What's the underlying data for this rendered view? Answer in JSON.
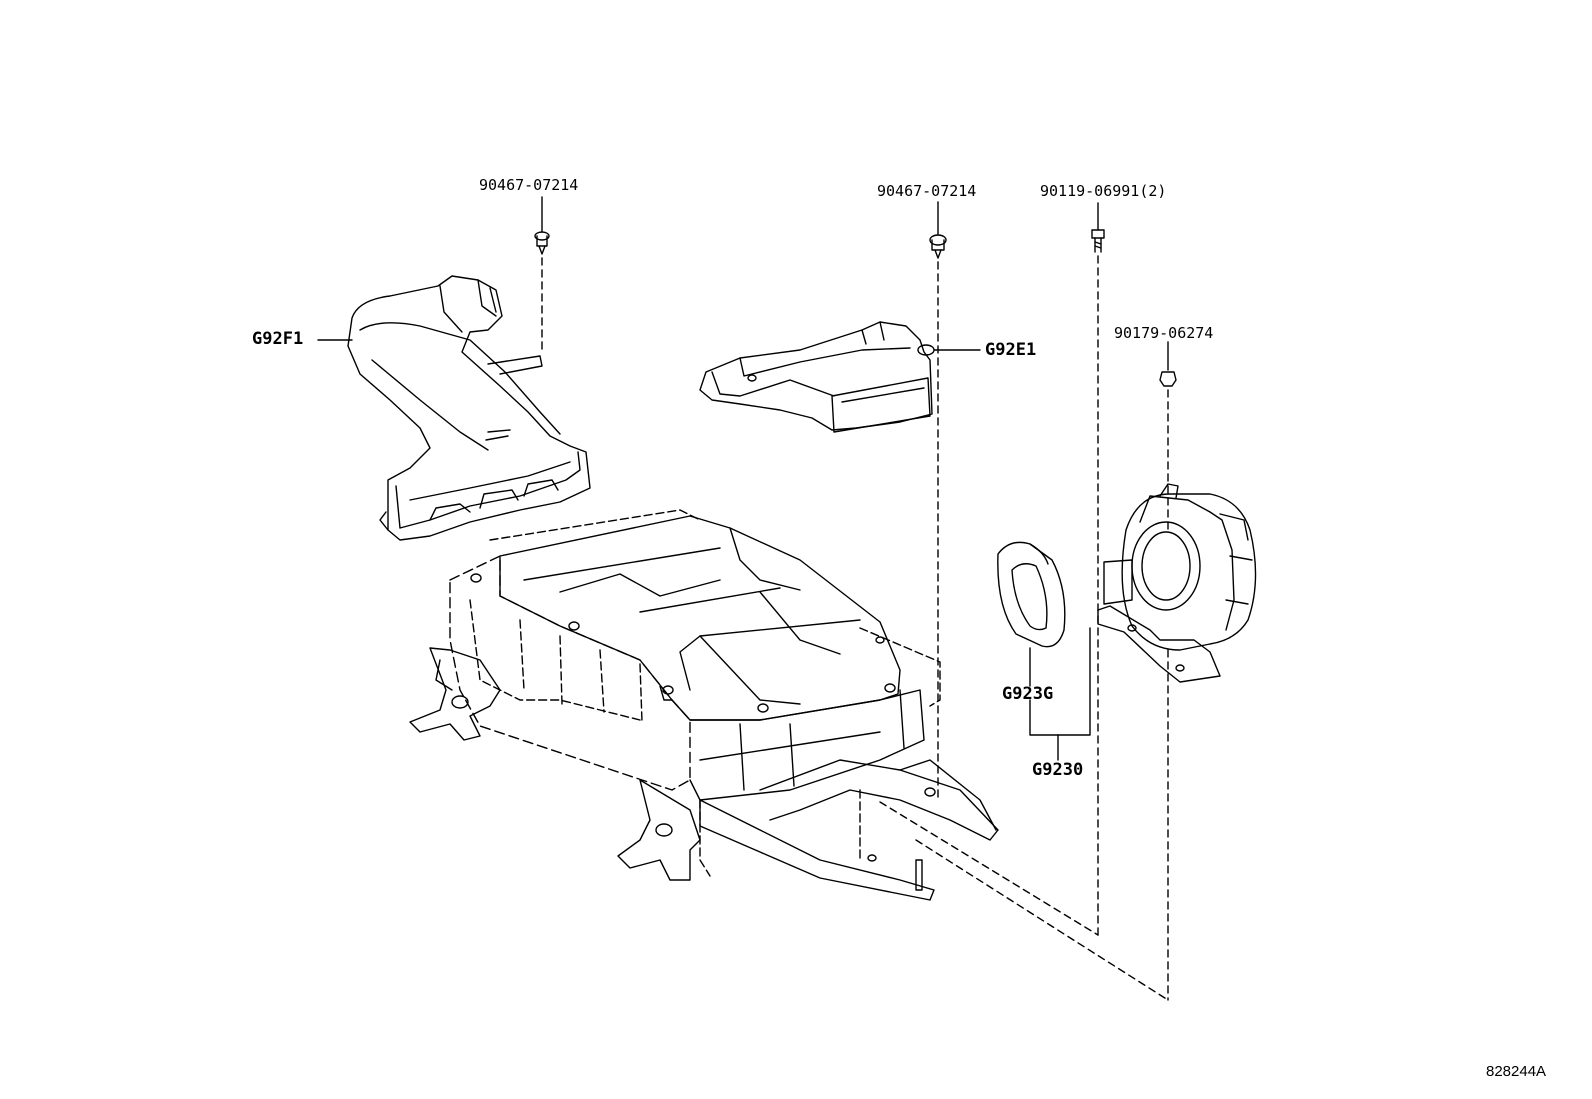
{
  "labels": {
    "pn_left_clip": "90467-07214",
    "pn_mid_clip": "90467-07214",
    "pn_bolt": "90119-06991(2)",
    "pn_nut": "90179-06274",
    "ref_g92f1": "G92F1",
    "ref_g92e1": "G92E1",
    "ref_g923g": "G923G",
    "ref_g9230": "G9230",
    "figure_id": "828244A"
  }
}
